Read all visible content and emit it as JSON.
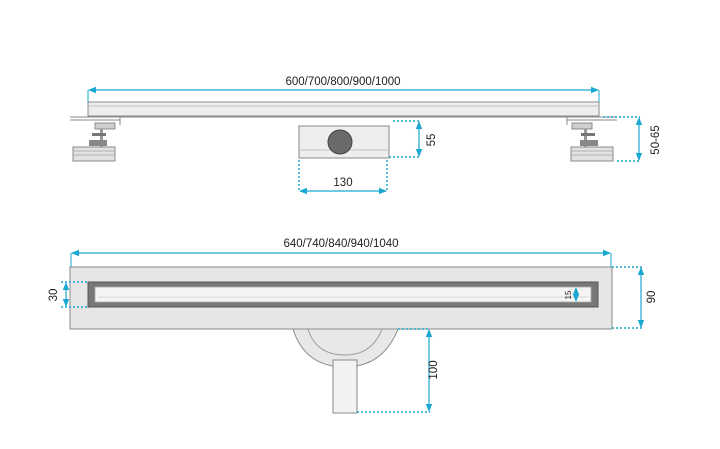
{
  "colors": {
    "dimension": "#1aa7d0",
    "outline": "#8a8a8a",
    "body_fill": "#e6e6e6",
    "dark_part": "#555555"
  },
  "top_view": {
    "length_label": "600/700/800/900/1000",
    "height_label": "50-65",
    "outlet_height_label": "55",
    "outlet_width_label": "130"
  },
  "bottom_view": {
    "length_label": "640/740/840/940/1040",
    "depth_label": "30",
    "height_label": "90",
    "grate_label": "15",
    "outlet_label": "100"
  }
}
